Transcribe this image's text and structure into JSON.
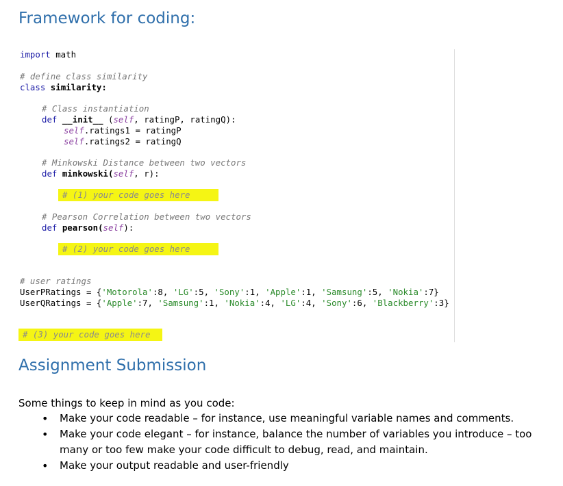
{
  "headings": {
    "framework": "Framework for coding:",
    "submission": "Assignment Submission"
  },
  "code": {
    "line_import_kw": "import",
    "line_import_mod": " math",
    "comment_define_class": "# define class similarity",
    "class_kw": "class",
    "class_name": " similarity:",
    "comment_instantiation": "# Class instantiation",
    "def_kw": "def",
    "init_name": " __init__",
    "init_args_open": " (",
    "self_word": "self",
    "init_args_rest": ", ratingP, ratingQ):",
    "assign1_rest": ".ratings1 = ratingP",
    "assign2_rest": ".ratings2 = ratingQ",
    "comment_minkowski": "# Minkowski Distance between two vectors",
    "minkowski_name": " minkowski(",
    "minkowski_rest": ", r):",
    "placeholder_1": "# (1) your code goes here",
    "comment_pearson": "# Pearson Correlation between two vectors",
    "pearson_name": " pearson(",
    "pearson_rest": "):",
    "placeholder_2": "# (2) your code goes here",
    "comment_user_ratings": "# user ratings",
    "userP_line": "UserPRatings = {'Motorola':8, 'LG':5, 'Sony':1, 'Apple':1, 'Samsung':5, 'Nokia':7}",
    "userQ_line": "UserQRatings = {'Apple':7, 'Samsung':1, 'Nokia':4, 'LG':4, 'Sony':6, 'Blackberry':3}",
    "placeholder_3": "# (3) your code goes here"
  },
  "notes": {
    "intro": "Some things to keep in mind as you code:",
    "items": [
      "Make your code readable – for instance, use meaningful variable names and comments.",
      "Make your code elegant – for instance, balance the number of variables you introduce – too many or too few make your code difficult to debug, read, and maintain.",
      "Make your output readable and user-friendly"
    ]
  },
  "colors": {
    "heading": "#2f6fab",
    "keyword": "#1a1aa6",
    "comment": "#777777",
    "highlight": "#f5f514"
  }
}
